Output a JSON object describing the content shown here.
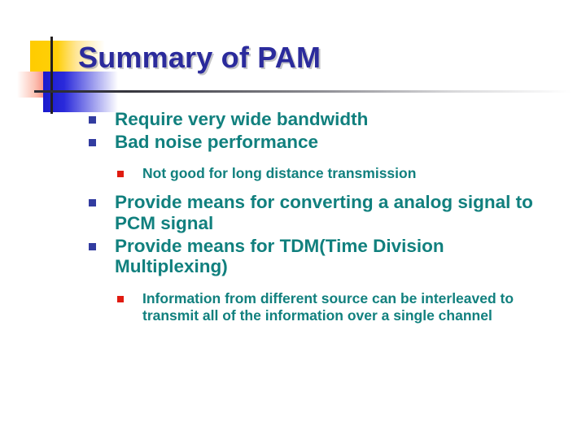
{
  "slide": {
    "title": "Summary of PAM",
    "colors": {
      "title": "#2B2B9C",
      "body_text": "#11807E",
      "level1_bullet": "#323CA0",
      "level2_bullet": "#E01B10",
      "deco_yellow": "#FFCC00",
      "deco_red": "#F53A22",
      "deco_blue": "#1A1ACC",
      "deco_line": "#231F20"
    },
    "bullets": [
      {
        "level": 1,
        "text": "Require very wide bandwidth"
      },
      {
        "level": 1,
        "text": "Bad noise performance"
      },
      {
        "level": 2,
        "text": "Not good for long distance transmission"
      },
      {
        "level": 1,
        "text": "Provide means for converting a analog signal to PCM signal"
      },
      {
        "level": 1,
        "text": "Provide means for TDM(Time Division Multiplexing)"
      },
      {
        "level": 2,
        "text": "Information from different source can be interleaved to transmit all of the information over a single channel"
      }
    ]
  },
  "decor": {
    "yellow_square": "yellow-gradient-square",
    "red_square": "red-gradient-square",
    "blue_square": "blue-gradient-square",
    "vertical_rule": "vertical-rule",
    "horizontal_rule": "horizontal-rule"
  }
}
